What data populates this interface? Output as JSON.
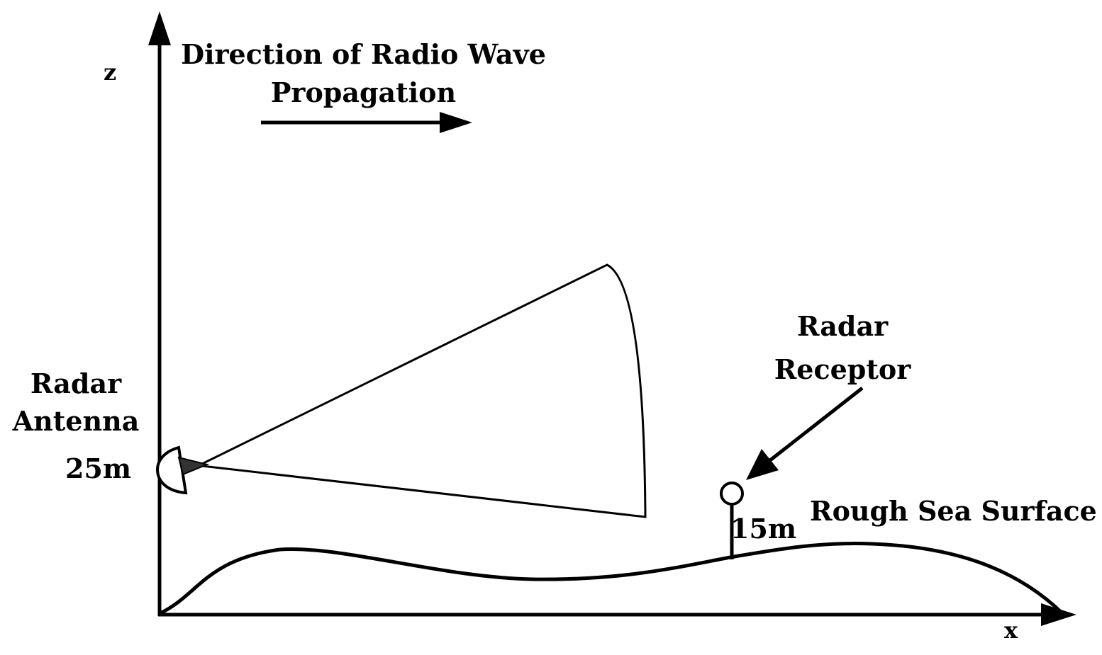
{
  "axes": {
    "z_label": "z",
    "x_label": "x"
  },
  "propagation": {
    "line1": "Direction of Radio Wave",
    "line2": "Propagation"
  },
  "antenna": {
    "line1": "Radar",
    "line2": "Antenna",
    "height": "25m"
  },
  "receptor": {
    "line1": "Radar",
    "line2": "Receptor",
    "height": "15m"
  },
  "sea": {
    "label": "Rough Sea Surface"
  },
  "colors": {
    "stroke": "#000000",
    "antenna_fill": "#333333",
    "background": "#ffffff"
  }
}
